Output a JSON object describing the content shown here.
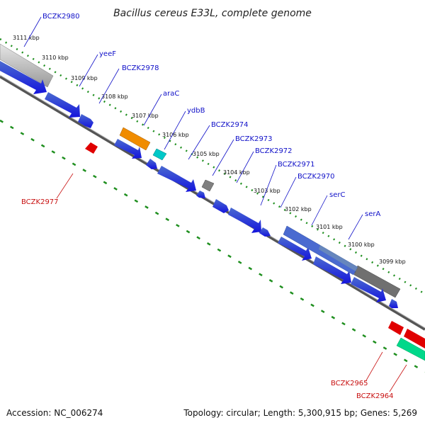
{
  "title": "Bacillus cereus E33L, complete genome",
  "accession": "Accession: NC_006274",
  "topology": "Topology: circular; Length: 5,300,915 bp; Genes: 5,269",
  "ticks": [
    "3111 kbp",
    "3110 kbp",
    "3109 kbp",
    "3108 kbp",
    "3107 kbp",
    "3106 kbp",
    "3105 kbp",
    "3104 kbp",
    "3103 kbp",
    "3102 kbp",
    "3101 kbp",
    "3100 kbp",
    "3099 kbp"
  ],
  "genes_top": [
    "BCZK2980",
    "yeeF",
    "BCZK2978",
    "araC",
    "ydbB",
    "BCZK2974",
    "BCZK2973",
    "BCZK2972",
    "BCZK2971",
    "BCZK2970",
    "serC",
    "serA"
  ],
  "genes_bottom": [
    "BCZK2977",
    "BCZK2965",
    "BCZK2964"
  ],
  "colors": {
    "forward_gene": "#1414dc",
    "reverse_gene": "#e00000",
    "arac": "#f08c00",
    "ydbb": "#00c8c8",
    "grey_feature": "#808080",
    "green_feature": "#00d88a",
    "dotted_track": "#1f8f1f",
    "label_blue": "#1010c8",
    "label_red": "#c81010"
  }
}
